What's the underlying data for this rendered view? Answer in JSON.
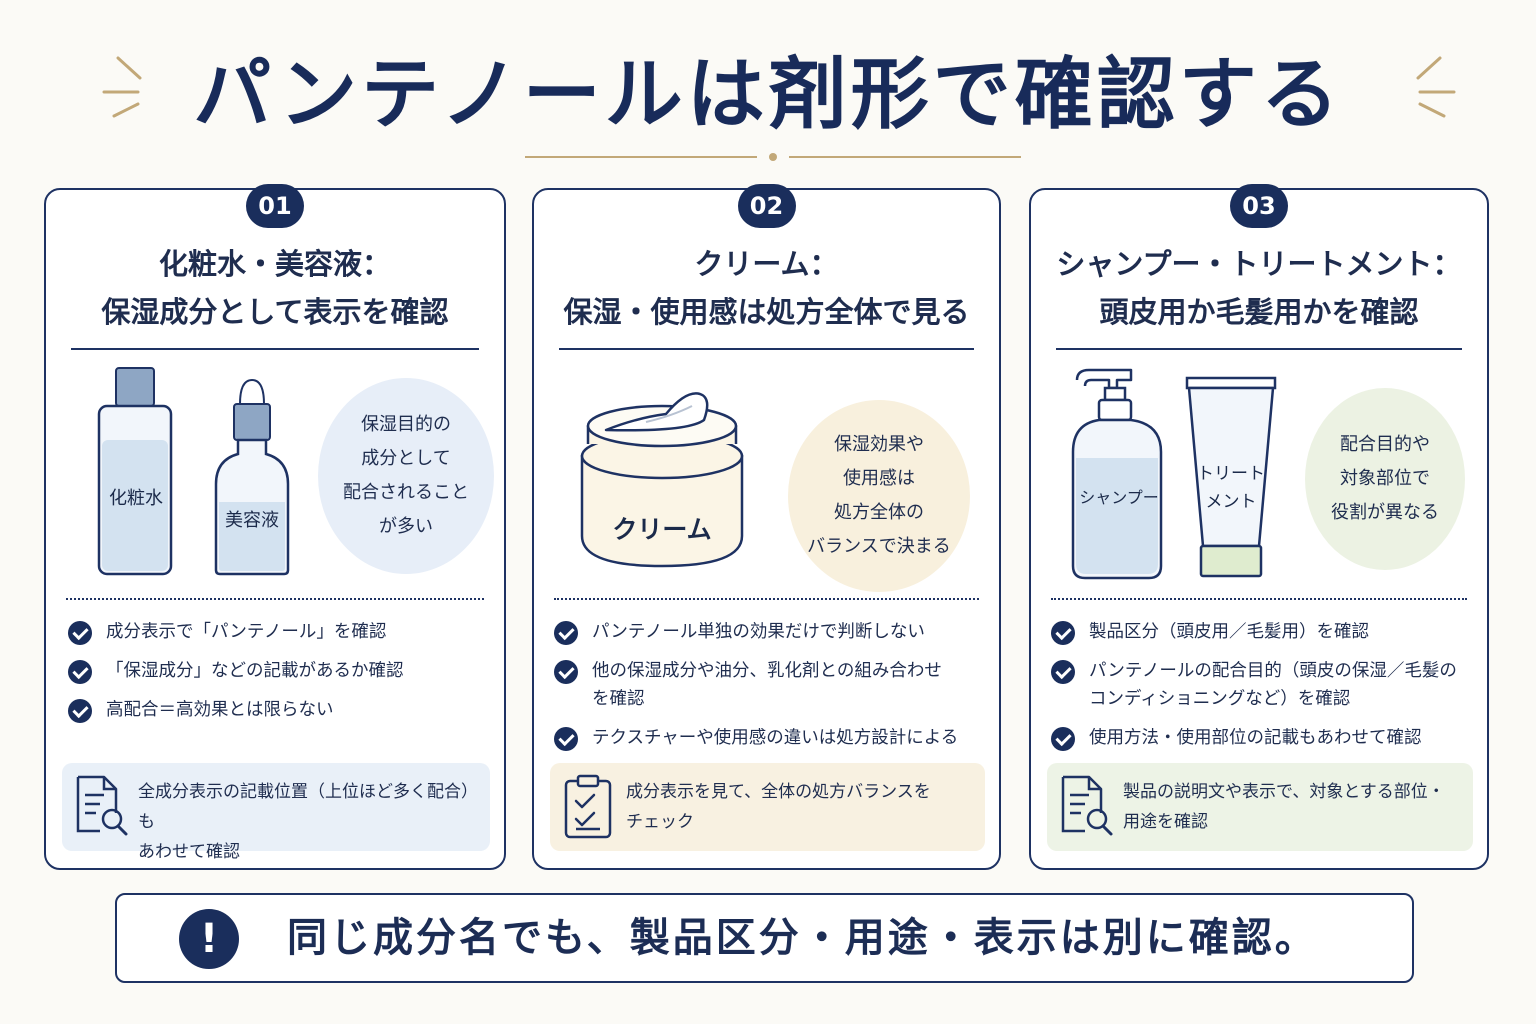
{
  "title": "パンテノールは剤形で確認する",
  "cards": [
    {
      "number": "01",
      "title_line1": "化粧水・美容液：",
      "title_line2": "保湿成分として表示を確認",
      "bottle1_label": "化粧水",
      "bottle2_label": "美容液",
      "bubble_lines": [
        "保湿目的の",
        "成分として",
        "配合されること",
        "が多い"
      ],
      "checks": [
        "成分表示で「パンテノール」を確認",
        "「保湿成分」などの記載があるか確認",
        "高配合＝高効果とは限らない"
      ],
      "note_lines": [
        "全成分表示の記載位置（上位ほど多く配合）も",
        "あわせて確認"
      ],
      "note_icon": "document-search-icon"
    },
    {
      "number": "02",
      "title_line1": "クリーム：",
      "title_line2": "保湿・使用感は処方全体で見る",
      "jar_label": "クリーム",
      "bubble_lines": [
        "保湿効果や",
        "使用感は",
        "処方全体の",
        "バランスで決まる"
      ],
      "checks": [
        "パンテノール単独の効果だけで判断しない",
        "他の保湿成分や油分、乳化剤との組み合わせ\nを確認",
        "テクスチャーや使用感の違いは処方設計による"
      ],
      "note_lines": [
        "成分表示を見て、全体の処方バランスを",
        "チェック"
      ],
      "note_icon": "clipboard-check-icon"
    },
    {
      "number": "03",
      "title_line1": "シャンプー・トリートメント：",
      "title_line2": "頭皮用か毛髪用かを確認",
      "pump_label": "シャンプー",
      "tube_label_line1": "トリート",
      "tube_label_line2": "メント",
      "bubble_lines": [
        "配合目的や",
        "対象部位で",
        "役割が異なる"
      ],
      "checks": [
        "製品区分（頭皮用／毛髪用）を確認",
        "パンテノールの配合目的（頭皮の保湿／毛髪の\nコンディショニングなど）を確認",
        "使用方法・使用部位の記載もあわせて確認"
      ],
      "note_lines": [
        "製品の説明文や表示で、対象とする部位・",
        "用途を確認"
      ],
      "note_icon": "document-search-icon"
    }
  ],
  "banner": {
    "icon": "exclamation-icon",
    "text": "同じ成分名でも、製品区分・用途・表示は別に確認。"
  },
  "colors": {
    "navy": "#1a2e5c",
    "gold": "#c2a878",
    "blue_tint": "#e9f0f8",
    "cream_tint": "#f8f1e1",
    "green_tint": "#edf3e6"
  }
}
